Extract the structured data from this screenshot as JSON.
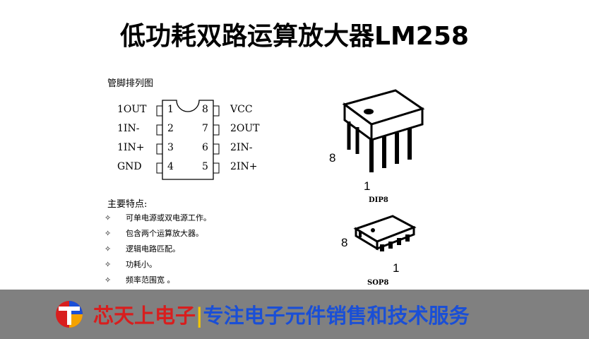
{
  "title": "低功耗双路运算放大器LM258",
  "pinout": {
    "heading": "管脚排列图",
    "left_pins": [
      {
        "label": "1OUT",
        "num": "1"
      },
      {
        "label": "1IN-",
        "num": "2"
      },
      {
        "label": "1IN+",
        "num": "3"
      },
      {
        "label": "GND",
        "num": "4"
      }
    ],
    "right_pins": [
      {
        "num": "8",
        "label": "VCC"
      },
      {
        "num": "7",
        "label": "2OUT"
      },
      {
        "num": "6",
        "label": "2IN-"
      },
      {
        "num": "5",
        "label": "2IN+"
      }
    ]
  },
  "features": {
    "heading": "主要特点:",
    "bullet": "✧",
    "items": [
      "可单电源或双电源工作。",
      "包含两个运算放大器。",
      "逻辑电路匹配。",
      "功耗小。",
      "频率范围宽 。"
    ]
  },
  "packages": {
    "dip": {
      "label": "DIP8",
      "pin_first": "1",
      "pin_last": "8"
    },
    "sop": {
      "label": "SOP8",
      "pin_first": "1",
      "pin_last": "8"
    }
  },
  "footer": {
    "company": "芯天上电子",
    "separator": "|",
    "slogan": "专注电子元件销售和技术服务"
  },
  "colors": {
    "footer_bg": "#808080",
    "company": "#d81e1e",
    "separator": "#f2c500",
    "slogan": "#1a4fd6",
    "logo_blue": "#1a4fd6",
    "logo_red": "#d81e1e",
    "logo_orange": "#f5a300"
  }
}
